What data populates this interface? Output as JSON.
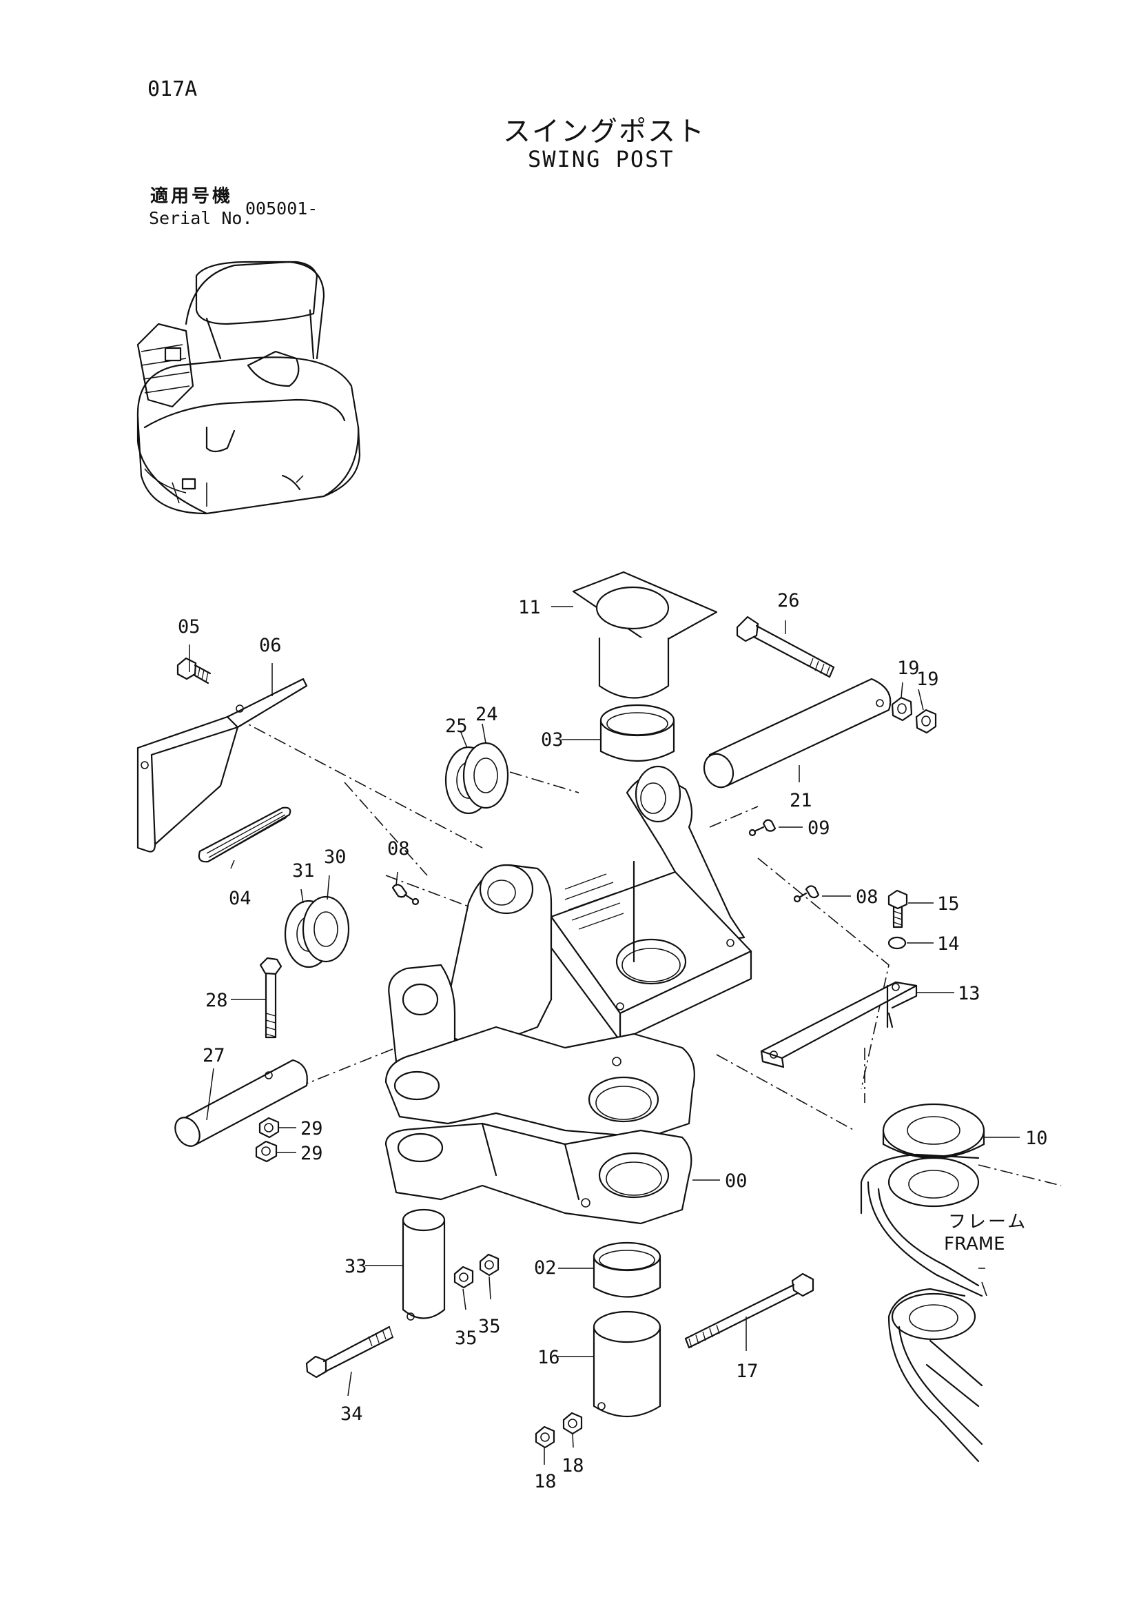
{
  "page_id": "017A",
  "title_jp": "スイングポスト",
  "title_en": "SWING POST",
  "serial": {
    "label_jp": "適用号機",
    "label_en": "Serial No.",
    "value": "005001-"
  },
  "frame": {
    "label_jp": "フレーム",
    "label_en": "FRAME"
  },
  "parts": [
    {
      "num": "00",
      "name": "swing-post-bracket"
    },
    {
      "num": "02",
      "name": "lower-bushing"
    },
    {
      "num": "03",
      "name": "upper-bushing"
    },
    {
      "num": "04",
      "name": "grease-fitting-strip"
    },
    {
      "num": "05",
      "name": "bolt"
    },
    {
      "num": "06",
      "name": "cover-plate"
    },
    {
      "num": "08",
      "name": "grease-nipple"
    },
    {
      "num": "08",
      "name": "grease-nipple"
    },
    {
      "num": "09",
      "name": "grease-nipple"
    },
    {
      "num": "10",
      "name": "shim-ring"
    },
    {
      "num": "11",
      "name": "upper-pin"
    },
    {
      "num": "13",
      "name": "stopper-plate"
    },
    {
      "num": "14",
      "name": "spring-washer"
    },
    {
      "num": "15",
      "name": "bolt"
    },
    {
      "num": "16",
      "name": "lower-pin"
    },
    {
      "num": "17",
      "name": "bolt"
    },
    {
      "num": "18",
      "name": "nut"
    },
    {
      "num": "18",
      "name": "nut"
    },
    {
      "num": "19",
      "name": "nut"
    },
    {
      "num": "19",
      "name": "nut"
    },
    {
      "num": "21",
      "name": "cylinder-pin"
    },
    {
      "num": "24",
      "name": "shim"
    },
    {
      "num": "25",
      "name": "shim"
    },
    {
      "num": "26",
      "name": "bolt"
    },
    {
      "num": "27",
      "name": "pin"
    },
    {
      "num": "28",
      "name": "bolt"
    },
    {
      "num": "29",
      "name": "nut"
    },
    {
      "num": "29",
      "name": "nut"
    },
    {
      "num": "30",
      "name": "shim"
    },
    {
      "num": "31",
      "name": "shim"
    },
    {
      "num": "33",
      "name": "pin"
    },
    {
      "num": "34",
      "name": "bolt"
    },
    {
      "num": "35",
      "name": "nut"
    },
    {
      "num": "35",
      "name": "nut"
    }
  ]
}
